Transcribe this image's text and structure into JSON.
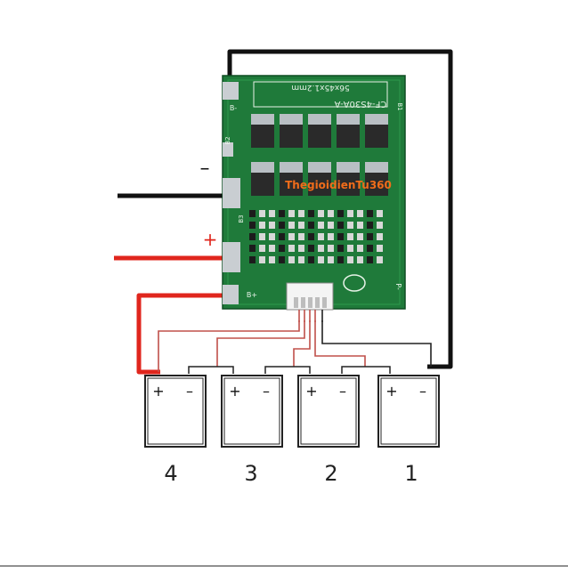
{
  "diagram": {
    "title": "4S 30A BMS battery wiring",
    "board": {
      "model": "CF-4S30A-A",
      "spec": "56x45x1.2mm",
      "watermark": "ThegioidienTu360",
      "pad_labels": {
        "b_minus": "B-",
        "b4": "B2",
        "b3": "B3",
        "b2": "B1",
        "b_plus": "B+",
        "p_minus_side": "P-",
        "b_right": "B1",
        "ctrl": "B3",
        "p_right": "P-"
      }
    },
    "terminals": {
      "negative": "–",
      "positive": "+"
    },
    "cells": [
      {
        "label": "4",
        "plus": "+",
        "minus": "–"
      },
      {
        "label": "3",
        "plus": "+",
        "minus": "–"
      },
      {
        "label": "2",
        "plus": "+",
        "minus": "–"
      },
      {
        "label": "1",
        "plus": "+",
        "minus": "–"
      }
    ],
    "colors": {
      "board": "#1f7a3a",
      "board_dark": "#135a28",
      "wire_black": "#111111",
      "wire_red": "#e0261d",
      "balance_wire": "#c0504a",
      "mosfet": "#2a2a2a",
      "silver": "#b9bfc4"
    }
  }
}
